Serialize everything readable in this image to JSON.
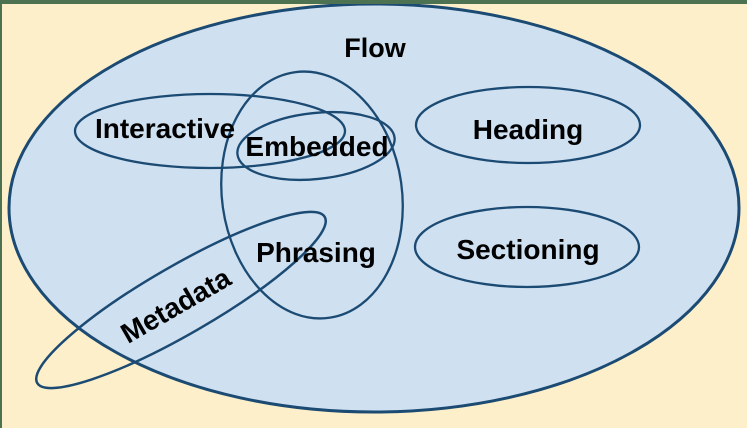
{
  "colors": {
    "page_background": "#FCEFCA",
    "window_border": "#4C7252",
    "flow_fill": "#CFE0F1",
    "ellipse_stroke": "#1B4A73",
    "label_text": "#000000"
  },
  "diagram": {
    "type": "euler-diagram",
    "title": "Flow",
    "sets": {
      "flow": "Flow",
      "interactive": "Interactive",
      "embedded": "Embedded",
      "phrasing": "Phrasing",
      "heading": "Heading",
      "sectioning": "Sectioning",
      "metadata": "Metadata"
    }
  }
}
